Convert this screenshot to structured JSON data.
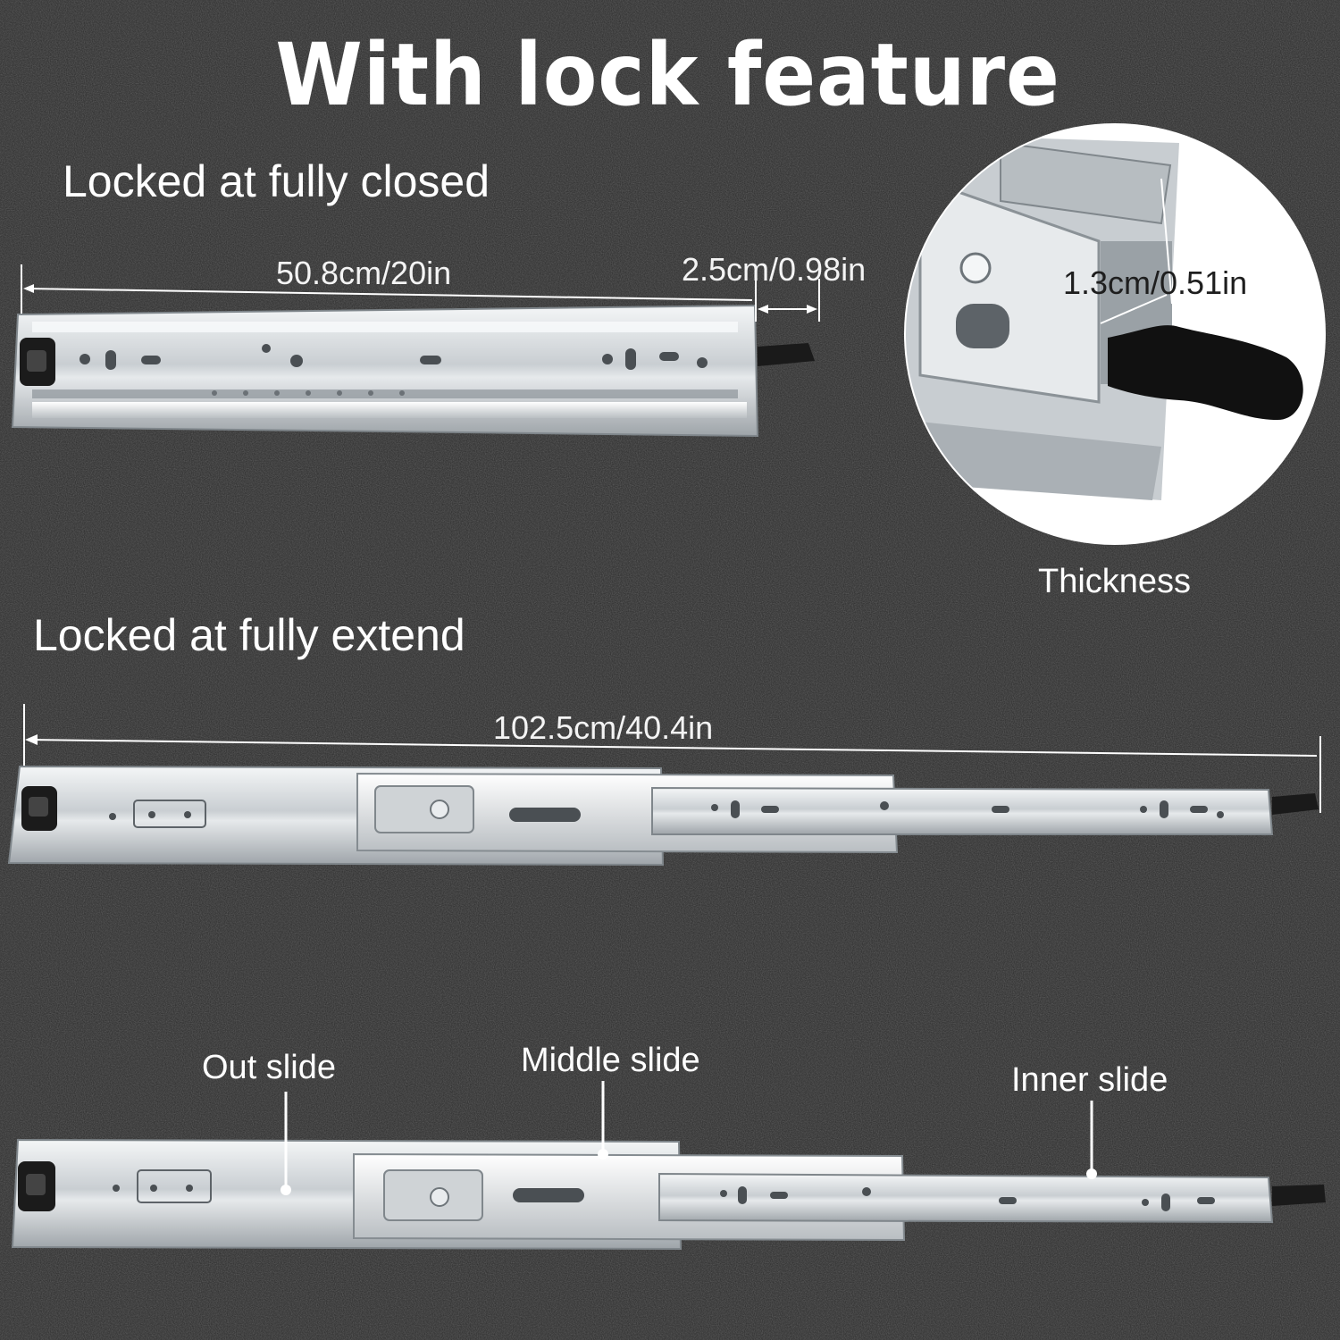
{
  "headline": "With lock feature",
  "sections": {
    "closed_title": "Locked at fully closed",
    "extended_title": "Locked at fully extend"
  },
  "dimensions": {
    "closed_length": "50.8cm/20in",
    "lever_extension": "2.5cm/0.98in",
    "thickness_value": "1.3cm/0.51in",
    "extended_length": "102.5cm/40.4in"
  },
  "inset": {
    "caption": "Thickness"
  },
  "labels": {
    "out_slide": "Out slide",
    "middle_slide": "Middle slide",
    "inner_slide": "Inner slide"
  },
  "colors": {
    "background": "#2b2b2b",
    "text": "#ffffff",
    "steel": "#d9dde0",
    "lever": "#1a1a1a"
  }
}
